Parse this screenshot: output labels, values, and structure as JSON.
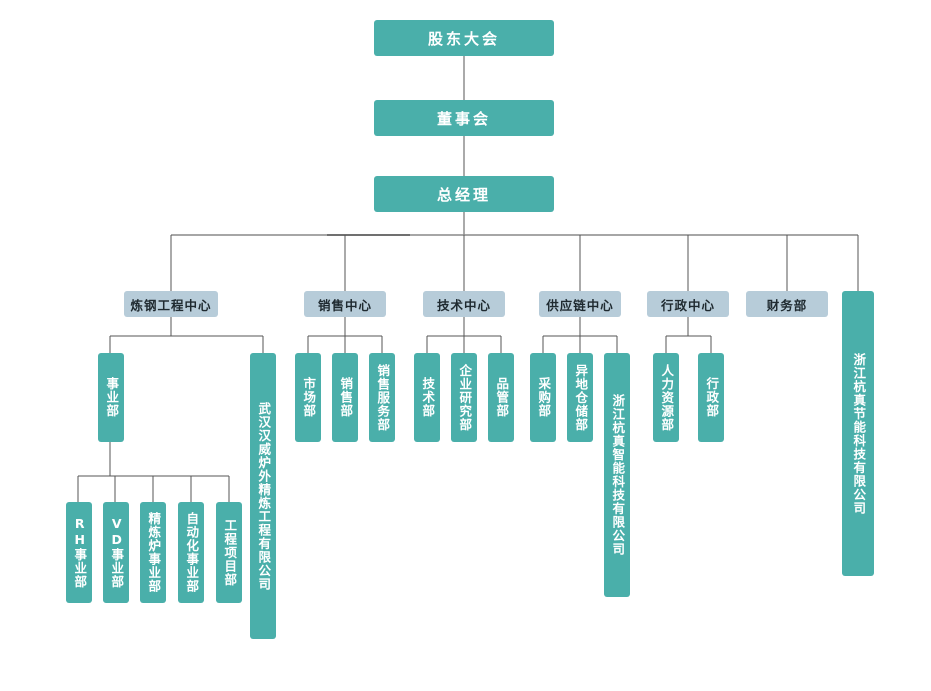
{
  "colors": {
    "primary_box": "#4aafaa",
    "center_box": "#b7ccd9",
    "line": "#555555"
  },
  "top": {
    "shareholders": "股东大会",
    "board": "董事会",
    "gm": "总经理"
  },
  "centers": [
    {
      "id": "steel",
      "label": "炼钢工程中心"
    },
    {
      "id": "sales",
      "label": "销售中心"
    },
    {
      "id": "tech",
      "label": "技术中心"
    },
    {
      "id": "supply",
      "label": "供应链中心"
    },
    {
      "id": "admin",
      "label": "行政中心"
    },
    {
      "id": "finance",
      "label": "财务部"
    }
  ],
  "direct_subsidiary": "浙江杭真节能科技有限公司",
  "steel": {
    "business_dept": "事业部",
    "subsidiary": "武汉汉威炉外精炼工程有限公司",
    "business_units": [
      "RH事业部",
      "VD事业部",
      "精炼炉事业部",
      "自动化事业部",
      "工程项目部"
    ]
  },
  "sales": {
    "depts": [
      "市场部",
      "销售部",
      "销售服务部"
    ]
  },
  "tech": {
    "depts": [
      "技术部",
      "企业研究部",
      "品管部"
    ]
  },
  "supply": {
    "depts": [
      "采购部",
      "异地仓储部",
      "浙江杭真智能科技有限公司"
    ]
  },
  "admin": {
    "depts": [
      "人力资源部",
      "行政部"
    ]
  }
}
